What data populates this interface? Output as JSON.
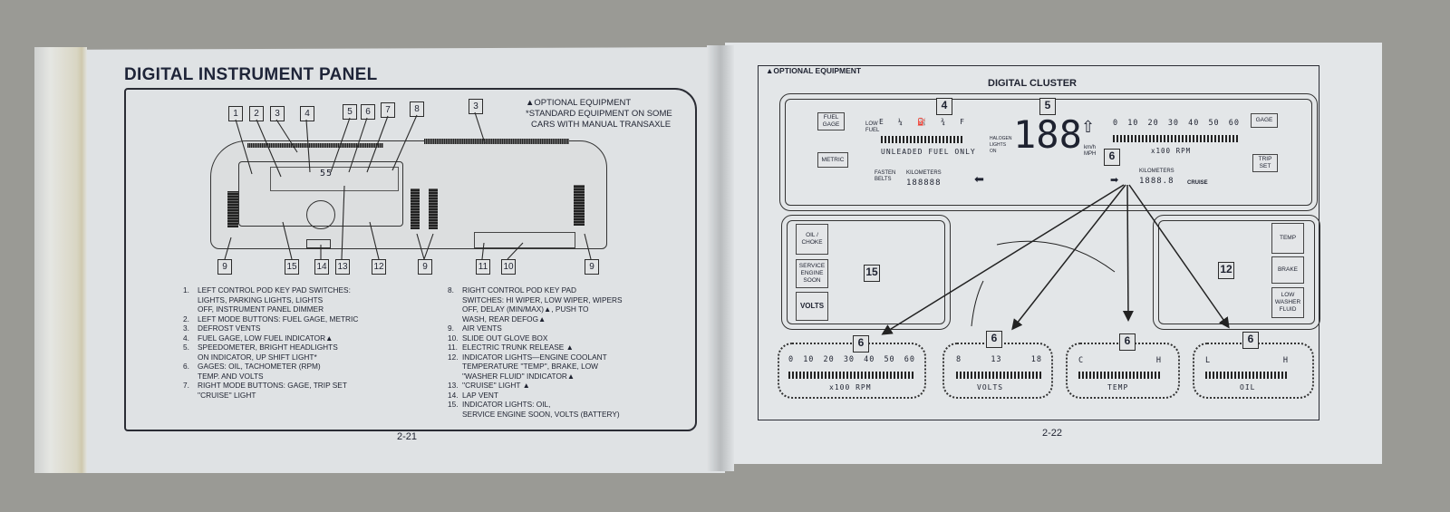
{
  "left_page": {
    "title": "DIGITAL INSTRUMENT PANEL",
    "legend": [
      "▲OPTIONAL EQUIPMENT",
      "*STANDARD EQUIPMENT ON SOME",
      "CARS WITH MANUAL TRANSAXLE"
    ],
    "callouts_top": [
      "1",
      "2",
      "3",
      "4",
      "5",
      "6",
      "7",
      "8",
      "3"
    ],
    "callouts_bottom": [
      "9",
      "15",
      "14",
      "13",
      "12",
      "9",
      "11",
      "10",
      "9"
    ],
    "dash_readout": "55",
    "items_col1": [
      {
        "n": "1.",
        "text": "LEFT CONTROL POD KEY PAD SWITCHES:\nLIGHTS, PARKING LIGHTS, LIGHTS\nOFF, INSTRUMENT PANEL DIMMER"
      },
      {
        "n": "2.",
        "text": "LEFT MODE BUTTONS: FUEL GAGE, METRIC"
      },
      {
        "n": "3.",
        "text": "DEFROST VENTS"
      },
      {
        "n": "4.",
        "text": "FUEL GAGE, LOW FUEL INDICATOR▲"
      },
      {
        "n": "5.",
        "text": "SPEEDOMETER, BRIGHT HEADLIGHTS\nON INDICATOR, UP SHIFT LIGHT*"
      },
      {
        "n": "6.",
        "text": "GAGES: OIL, TACHOMETER (RPM)\nTEMP. AND VOLTS"
      },
      {
        "n": "7.",
        "text": "RIGHT MODE BUTTONS: GAGE, TRIP SET\n''CRUISE'' LIGHT"
      }
    ],
    "items_col2": [
      {
        "n": "8.",
        "text": "RIGHT CONTROL POD KEY PAD\nSWITCHES: HI WIPER, LOW WIPER, WIPERS\nOFF, DELAY (MIN/MAX)▲, PUSH TO\nWASH, REAR DEFOG▲"
      },
      {
        "n": "9.",
        "text": "AIR VENTS"
      },
      {
        "n": "10.",
        "text": "SLIDE OUT GLOVE BOX"
      },
      {
        "n": "11.",
        "text": "ELECTRIC TRUNK RELEASE ▲"
      },
      {
        "n": "12.",
        "text": "INDICATOR LIGHTS—ENGINE COOLANT\nTEMPERATURE ''TEMP'', BRAKE, LOW\n''WASHER FLUID'' INDICATOR▲"
      },
      {
        "n": "13.",
        "text": "''CRUISE'' LIGHT ▲"
      },
      {
        "n": "14.",
        "text": "LAP VENT"
      },
      {
        "n": "15.",
        "text": "INDICATOR LIGHTS: OIL,\nSERVICE ENGINE SOON, VOLTS (BATTERY)"
      }
    ],
    "page_number": "2-21"
  },
  "right_page": {
    "optional_note": "▲OPTIONAL EQUIPMENT",
    "title": "DIGITAL CLUSTER",
    "callouts": {
      "fuel": "4",
      "speed": "5",
      "gages": "6",
      "left_lights": "15",
      "right_lights": "12"
    },
    "left_buttons": [
      "FUEL GAGE",
      "METRIC"
    ],
    "right_buttons": [
      "GAGE",
      "TRIP SET"
    ],
    "fuel": {
      "low_fuel": "LOW FUEL",
      "scale": [
        "E",
        "¼",
        "⛽",
        "¾",
        "F"
      ],
      "note": "UNLEADED FUEL ONLY"
    },
    "belts": "FASTEN BELTS",
    "odometer": {
      "label": "KILOMETERS",
      "value": "188888"
    },
    "speed": {
      "value": "188",
      "units": "km/h MPH",
      "halogen": "HALOGEN LIGHTS ON",
      "shift": "SHIFT"
    },
    "top_gage": {
      "scale": [
        "0",
        "10",
        "20",
        "30",
        "40",
        "50",
        "60"
      ],
      "readout": "x100 RPM"
    },
    "trip": {
      "label": "KILOMETERS",
      "value": "1888.8",
      "cruise": "CRUISE"
    },
    "left_indicators": [
      "OIL / CHOKE",
      "SERVICE ENGINE SOON",
      "VOLTS"
    ],
    "right_indicators": [
      "TEMP",
      "BRAKE",
      "LOW WASHER FLUID"
    ],
    "gages": [
      {
        "scale": [
          "0",
          "10",
          "20",
          "30",
          "40",
          "50",
          "60"
        ],
        "label": "x100 RPM"
      },
      {
        "scale": [
          "8",
          "13",
          "18"
        ],
        "label": "VOLTS"
      },
      {
        "scale": [
          "C",
          "H"
        ],
        "label": "TEMP"
      },
      {
        "scale": [
          "L",
          "H"
        ],
        "label": "OIL"
      }
    ],
    "page_number": "2-22"
  }
}
